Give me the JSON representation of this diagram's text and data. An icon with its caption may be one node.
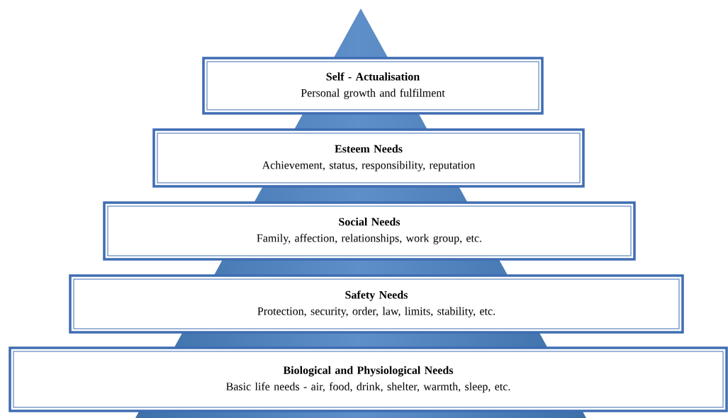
{
  "diagram": {
    "nodes": [
      {
        "text": [
          "Self - Actualisation",
          "Personal growth and fulfilment"
        ]
      },
      {
        "text": [
          "Esteem Needs",
          "Achievement, status, responsibility, reputation"
        ]
      },
      {
        "text": [
          "Social Needs",
          "Family, affection, relationships, work group, etc."
        ]
      },
      {
        "text": [
          "Safety Needs",
          "Protection, security, order, law, limits,  stability, etc."
        ]
      },
      {
        "text": [
          "Biological and Physiological Needs",
          "Basic life needs - air, food, drink, shelter, warmth, sleep, etc."
        ]
      }
    ]
  }
}
